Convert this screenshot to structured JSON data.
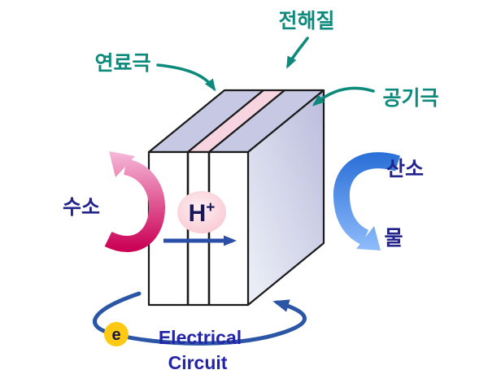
{
  "title": "fuel-cell-diagram",
  "labels": {
    "fuel_electrode": "연료극",
    "electrolyte": "전해질",
    "air_electrode": "공기극",
    "hydrogen": "수소",
    "oxygen": "산소",
    "water": "물",
    "proton": "H",
    "proton_charge": "+",
    "electron": "e",
    "circuit_line1": "Electrical",
    "circuit_line2": "Circuit"
  },
  "colors": {
    "teal_label": "#0d8a7c",
    "navy_label": "#23238c",
    "circuit_text": "#2424a8",
    "outline": "#1b1b1b",
    "lavender_face": "#c6c8e4",
    "pink_strip": "#f8d4e0",
    "side_light": "#eef0f8",
    "side_dark": "#babcdc",
    "front_face": "#ffffff",
    "hplus_light": "#fdf0f3",
    "hplus_deep": "#f9c3cf",
    "proton_text": "#17175a",
    "ion_arrow": "#2b4fa8",
    "arc_blue": "#2b55a5",
    "electron_fill": "#fdc913",
    "electron_text": "#15153f",
    "pink_arrow_light": "#f7bcdc",
    "pink_arrow_dark": "#cb0256",
    "blue_arrow_light": "#93befc",
    "blue_arrow_dark": "#2a70d8"
  }
}
